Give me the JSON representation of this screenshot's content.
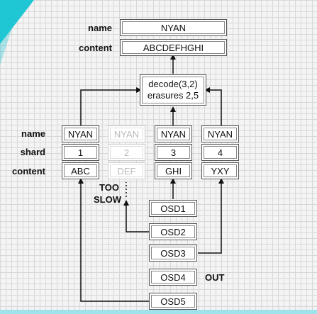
{
  "top": {
    "name_label": "name",
    "name_value": "NYAN",
    "content_label": "content",
    "content_value": "ABCDEFHGHI"
  },
  "decode": {
    "line1": "decode(3,2)",
    "line2": "erasures 2,5"
  },
  "rows": {
    "name_label": "name",
    "shard_label": "shard",
    "content_label": "content"
  },
  "shards": [
    {
      "name": "NYAN",
      "shard": "1",
      "content": "ABC",
      "state": "ok"
    },
    {
      "name": "NYAN",
      "shard": "2",
      "content": "DEF",
      "state": "erased"
    },
    {
      "name": "NYAN",
      "shard": "3",
      "content": "GHI",
      "state": "ok"
    },
    {
      "name": "NYAN",
      "shard": "4",
      "content": "YXY",
      "state": "ok"
    }
  ],
  "notes": {
    "too": "TOO",
    "slow": "SLOW",
    "out": "OUT"
  },
  "osds": [
    "OSD1",
    "OSD2",
    "OSD3",
    "OSD4",
    "OSD5"
  ],
  "colors": {
    "accent": "#20c6d4",
    "line": "#111111",
    "ghost": "#bbbbbb"
  }
}
